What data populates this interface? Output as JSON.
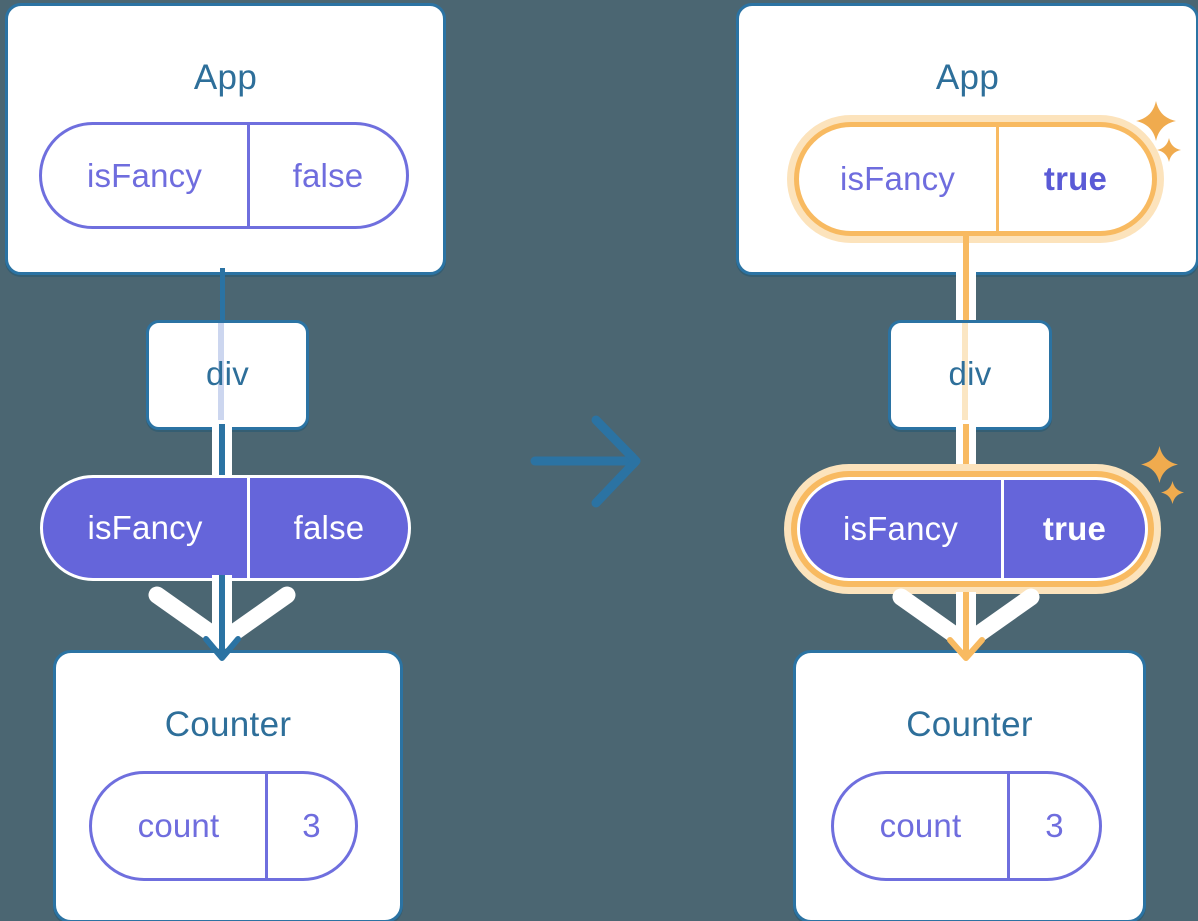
{
  "diagram_title": "",
  "colors": {
    "background": "#4b6672",
    "card_fill": "#ffffff",
    "card_border": "#2b73a3",
    "component_title": "#2e6f9a",
    "state_line_teal": "#2b73a3",
    "prop_pill_purple_fill": "#6565da",
    "prop_pill_purple_border": "#6f6fde",
    "prop_text_purple": "#6f6dde",
    "highlight_value_purple": "#5a5ad6",
    "highlight_orange": "#f8ba61",
    "highlight_halo": "#fce3bc",
    "sparkle_orange": "#f0ab4e",
    "passthrough_lavender": "#ccd6ef",
    "passthrough_peach": "#fbe6c3"
  },
  "middle_arrow": {
    "icon": "arrow-right",
    "meaning": "state transition"
  },
  "trees": [
    {
      "state": "before",
      "highlighted": false,
      "app": {
        "title": "App",
        "prop": {
          "name": "isFancy",
          "value": "false"
        }
      },
      "div": {
        "title": "div"
      },
      "pill": {
        "name": "isFancy",
        "value": "false"
      },
      "counter": {
        "title": "Counter",
        "state": {
          "name": "count",
          "value": "3"
        }
      }
    },
    {
      "state": "after",
      "highlighted": true,
      "app": {
        "title": "App",
        "prop": {
          "name": "isFancy",
          "value": "true"
        }
      },
      "div": {
        "title": "div"
      },
      "pill": {
        "name": "isFancy",
        "value": "true"
      },
      "counter": {
        "title": "Counter",
        "state": {
          "name": "count",
          "value": "3"
        }
      }
    }
  ]
}
